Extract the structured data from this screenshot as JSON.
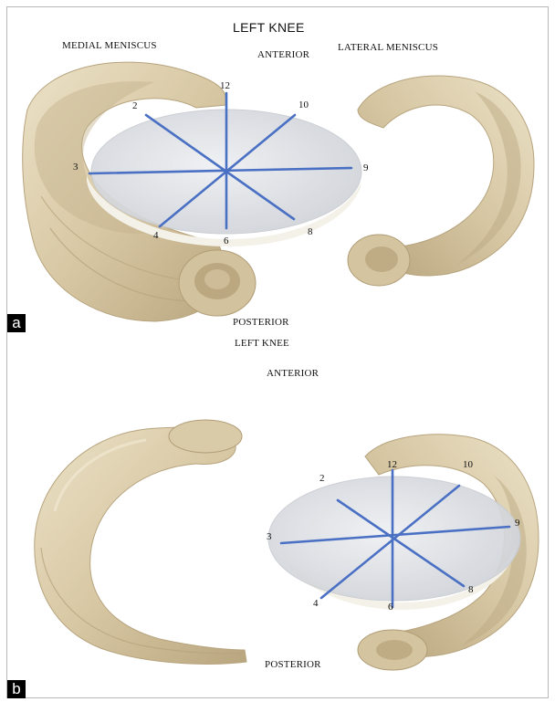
{
  "panel_a": {
    "tag": "a",
    "title": "LEFT KNEE",
    "medial_label": "MEDIAL MENISCUS",
    "lateral_label": "LATERAL MENISCUS",
    "anterior": "ANTERIOR",
    "posterior": "POSTERIOR",
    "clock": {
      "c12": "12",
      "c2": "2",
      "c10": "10",
      "c3": "3",
      "c9": "9",
      "c4": "4",
      "c6": "6",
      "c8": "8"
    }
  },
  "panel_b": {
    "tag": "b",
    "title": "LEFT KNEE",
    "anterior": "ANTERIOR",
    "posterior": "POSTERIOR",
    "clock": {
      "c12": "12",
      "c2": "2",
      "c10": "10",
      "c3": "3",
      "c9": "9",
      "c4": "4",
      "c6": "6",
      "c8": "8"
    }
  },
  "colors": {
    "meniscus_light": "#e8dcc0",
    "meniscus_mid": "#cdbd98",
    "meniscus_dark": "#a8966f",
    "disc": "#d9dbe0",
    "clock_lines": "#4a70c4"
  }
}
